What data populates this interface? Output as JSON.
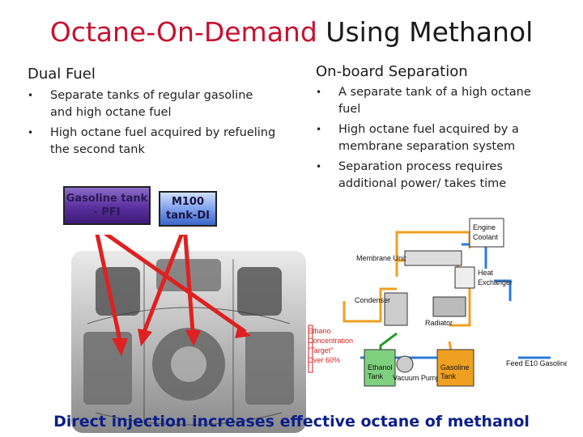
{
  "title": {
    "part1": "Octane-On-Demand",
    "part2": " Using Methanol",
    "part1_color": "#c8102e"
  },
  "left": {
    "heading": "Dual Fuel",
    "bullets": [
      "Separate tanks of  regular gasoline and high octane fuel",
      "High octane fuel acquired by refueling the second tank"
    ],
    "tank_gasoline": {
      "line1": "Gasoline  tank",
      "line2": "- PFI"
    },
    "tank_m100": {
      "line1": "M100",
      "line2": "tank-DI"
    }
  },
  "right": {
    "heading": "On-board Separation",
    "bullets": [
      "A separate tank of a high octane fuel",
      "High octane fuel acquired by a membrane separation system",
      "Separation process requires additional power/ takes time"
    ]
  },
  "diagram": {
    "engine_coolant": [
      "Engine",
      "Coolant"
    ],
    "membrane_unit": "Membrane Unit",
    "heat_exchanger": [
      "Heat",
      "Exchanger"
    ],
    "condenser": "Condenser",
    "radiator": "Radiator",
    "ethanol_concentration": [
      "Ethano",
      "Concentration",
      "\"Target\"",
      "Over 60%"
    ],
    "ethanol_tank": [
      "Ethanol",
      "Tank"
    ],
    "vacuum_pump": "Vacuum Pump",
    "gasoline_tank": [
      "Gasoline",
      "Tank"
    ],
    "feed": "Feed E10 Gasoline"
  },
  "footer": "Direct injection increases effective octane of methanol",
  "colors": {
    "footer": "#0b1f8a",
    "arrow": "#e02020",
    "pipe": "#f0a020"
  }
}
